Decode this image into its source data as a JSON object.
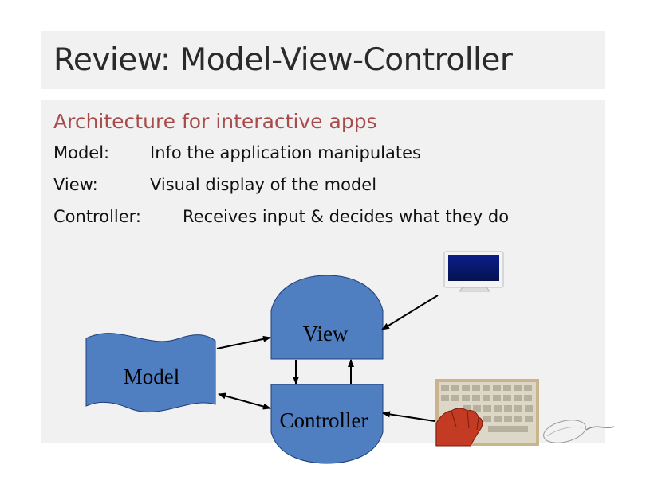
{
  "title": "Review: Model-View-Controller",
  "subtitle": "Architecture for interactive apps",
  "definitions": [
    {
      "term": "Model:",
      "desc": "Info the application manipulates"
    },
    {
      "term": "View:",
      "desc": "Visual display of the model"
    },
    {
      "term": "Controller:",
      "desc": "Receives input & decides what they do"
    }
  ],
  "diagram": {
    "model_label": "Model",
    "view_label": "View",
    "controller_label": "Controller",
    "shape_color": "#4f7fc1",
    "icons": [
      "monitor-icon",
      "keyboard-icon",
      "hand-icon",
      "mouse-icon"
    ]
  }
}
